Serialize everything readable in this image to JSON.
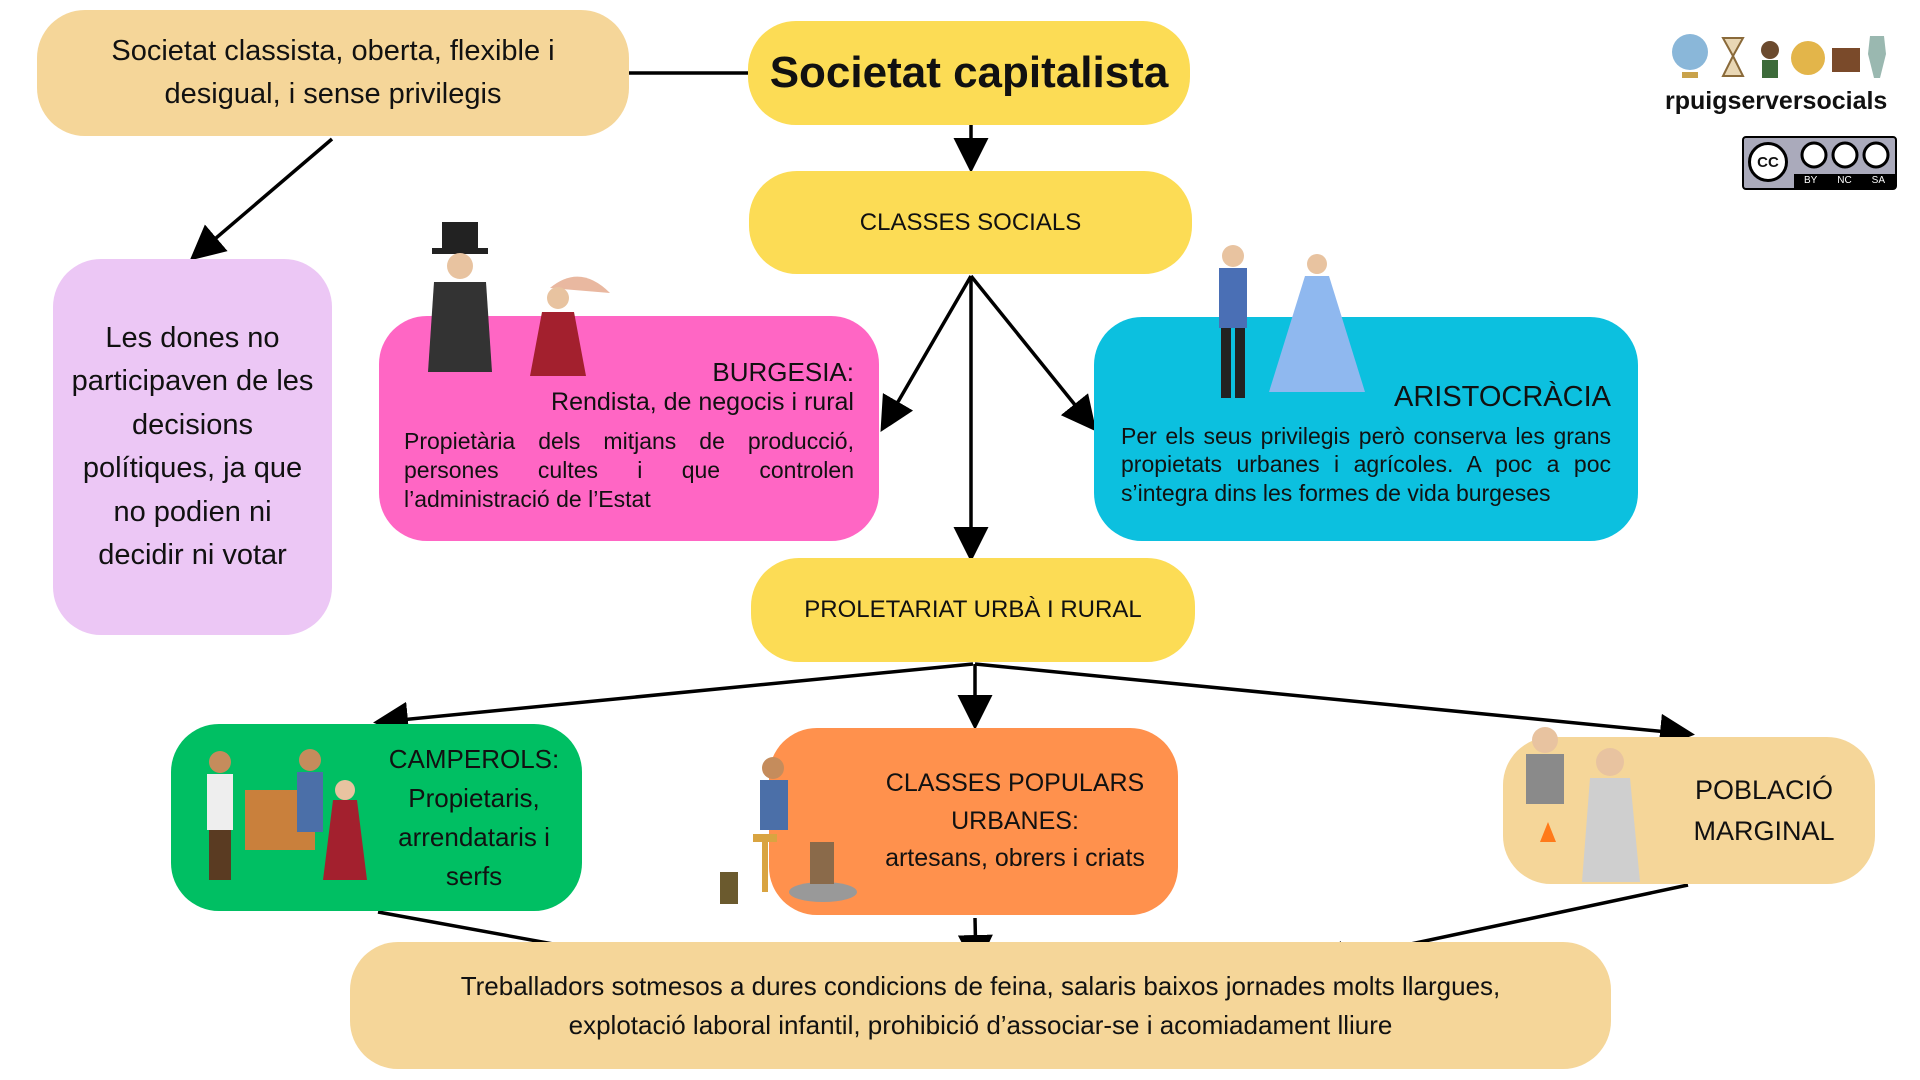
{
  "title": "Societat capitalista",
  "society_desc": "Societat classista, oberta, flexible i desigual, i sense privilegis",
  "women": "Les dones no participaven de les decisions polítiques, ja que no podien ni decidir ni votar",
  "classes": "CLASSES SOCIALS",
  "burgesia": {
    "title": "BURGESIA:",
    "subtitle": "Rendista, de negocis i rural",
    "text": "Propietària dels mitjans de producció, persones cultes i que controlen l’administració de l’Estat"
  },
  "aristocracia": {
    "title": "ARISTOCRÀCIA",
    "text": "Per els seus privilegis però conserva les grans propietats urbanes i agrícoles. A poc a poc s’integra dins les formes de vida burgeses"
  },
  "proletariat": "PROLETARIAT URBÀ I RURAL",
  "camperols": {
    "title": "CAMPEROLS:",
    "text": "Propietaris, arrendataris i serfs"
  },
  "populars": {
    "title": "CLASSES POPULARS URBANES:",
    "text": "artesans, obrers i criats"
  },
  "marginal": "POBLACIÓ MARGINAL",
  "conditions": "Treballadors sotmesos a dures condicions de feina, salaris baixos jornades molts llargues, explotació laboral infantil, prohibició d’associar-se i acomiadament lliure",
  "brand": "rpuigserversocials",
  "license": {
    "by": "BY",
    "nc": "NC",
    "sa": "SA",
    "cc": "CC"
  },
  "colors": {
    "peach": "#f5d699",
    "yellow": "#fcdc55",
    "pink": "#ff66c4",
    "cyan": "#0cc0df",
    "green": "#00bf63",
    "orange": "#ff914d",
    "lilac": "#ecc7f5"
  }
}
